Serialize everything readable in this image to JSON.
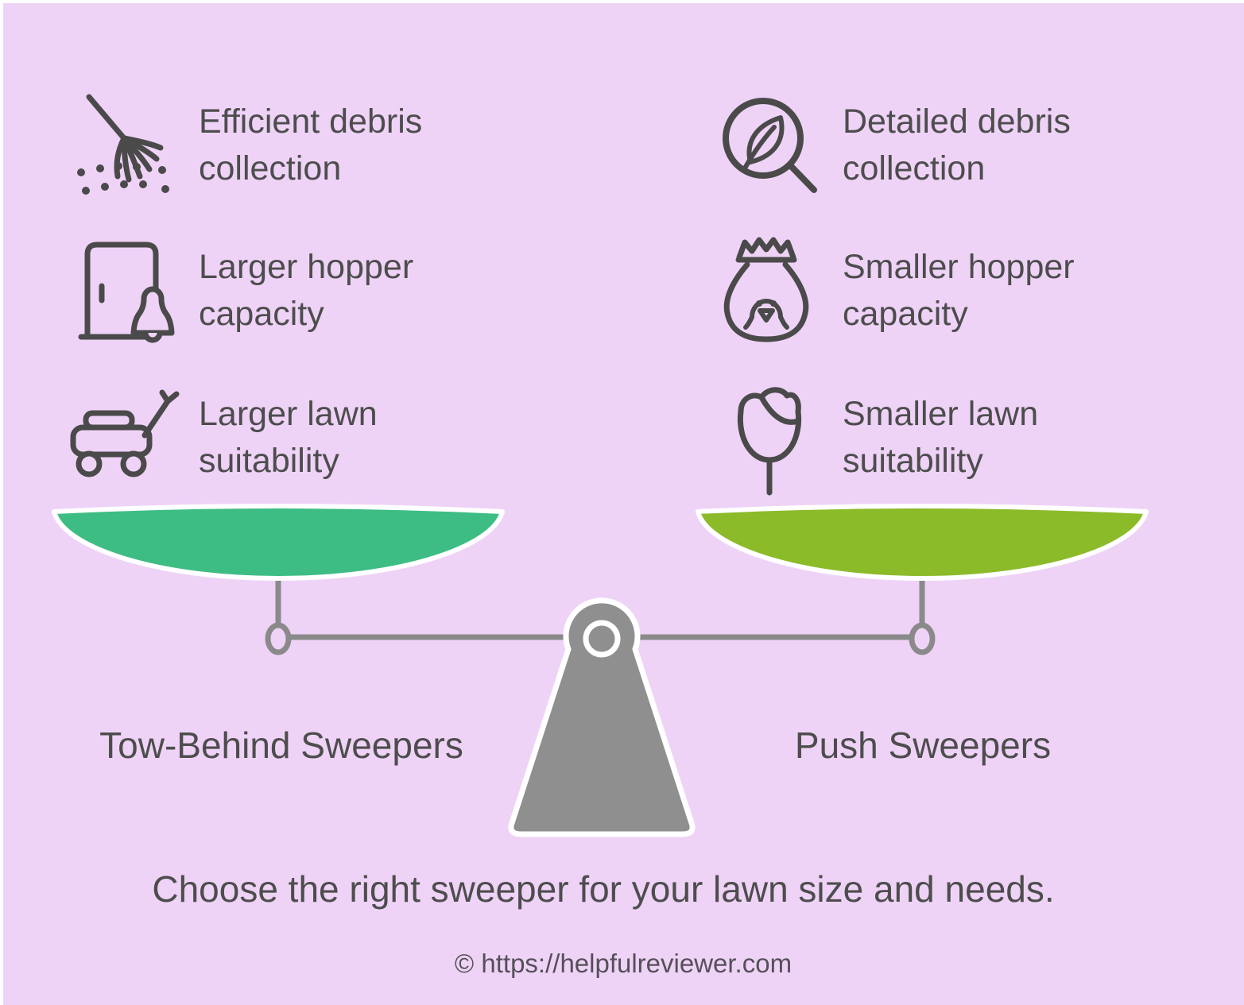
{
  "colors": {
    "background": "#efd3f7",
    "left_pan": "#3dbd84",
    "right_pan": "#8bbb29",
    "armature_gray": "#8a8a8a",
    "fulcrum_gray": "#8f8f8f",
    "text_gray": "#4d4d4d",
    "icon_stroke": "#4a4a4a"
  },
  "left": {
    "title": "Tow-Behind Sweepers",
    "features": [
      {
        "icon": "broom-icon",
        "label": "Efficient debris collection"
      },
      {
        "icon": "door-bell-icon",
        "label": "Larger hopper capacity"
      },
      {
        "icon": "lawn-mower-icon",
        "label": "Larger lawn suitability"
      }
    ]
  },
  "right": {
    "title": "Push Sweepers",
    "features": [
      {
        "icon": "leaf-magnifier-icon",
        "label": "Detailed debris collection"
      },
      {
        "icon": "sack-icon",
        "label": "Smaller hopper capacity"
      },
      {
        "icon": "rose-icon",
        "label": "Smaller lawn suitability"
      }
    ]
  },
  "footer": {
    "tagline": "Choose the right sweeper for your lawn size and needs.",
    "copyright": "© https://helpfulreviewer.com"
  }
}
